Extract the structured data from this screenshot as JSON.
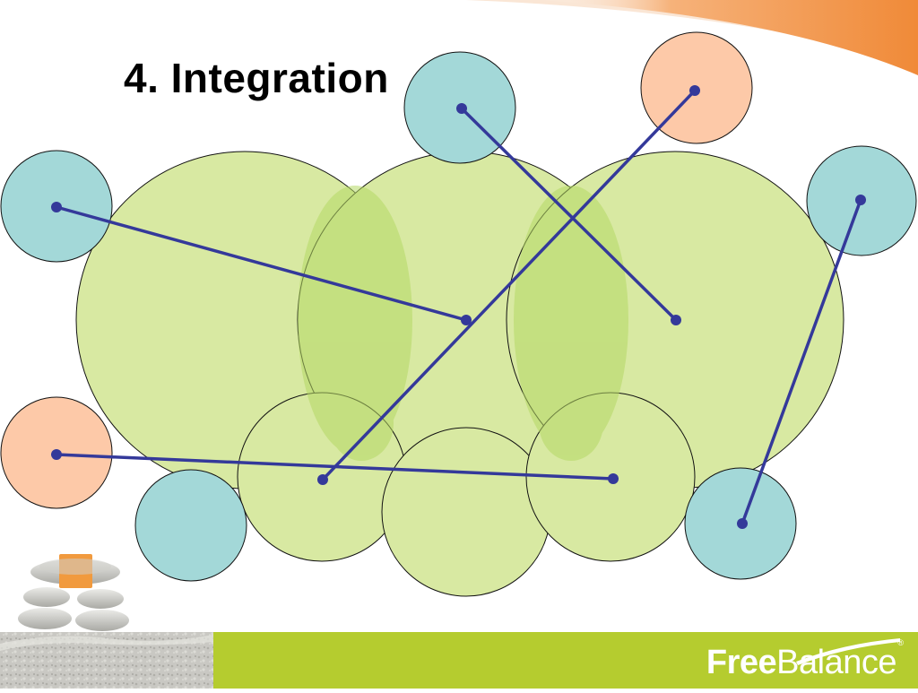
{
  "slide": {
    "title": "4. Integration",
    "brand": {
      "free": "Free",
      "balance": "Balance",
      "mark": "®"
    }
  },
  "colors": {
    "green_fill": "#d8e9a2",
    "teal_fill": "#a3d8d8",
    "peach_fill": "#fdc9a8",
    "line": "#34399a",
    "footer_bar": "#b5cc2f",
    "top_swoosh": "#f08a38"
  },
  "icons": [
    "stone-stack-logo-icon",
    "stone-texture-icon",
    "swoosh-decoration-icon"
  ]
}
